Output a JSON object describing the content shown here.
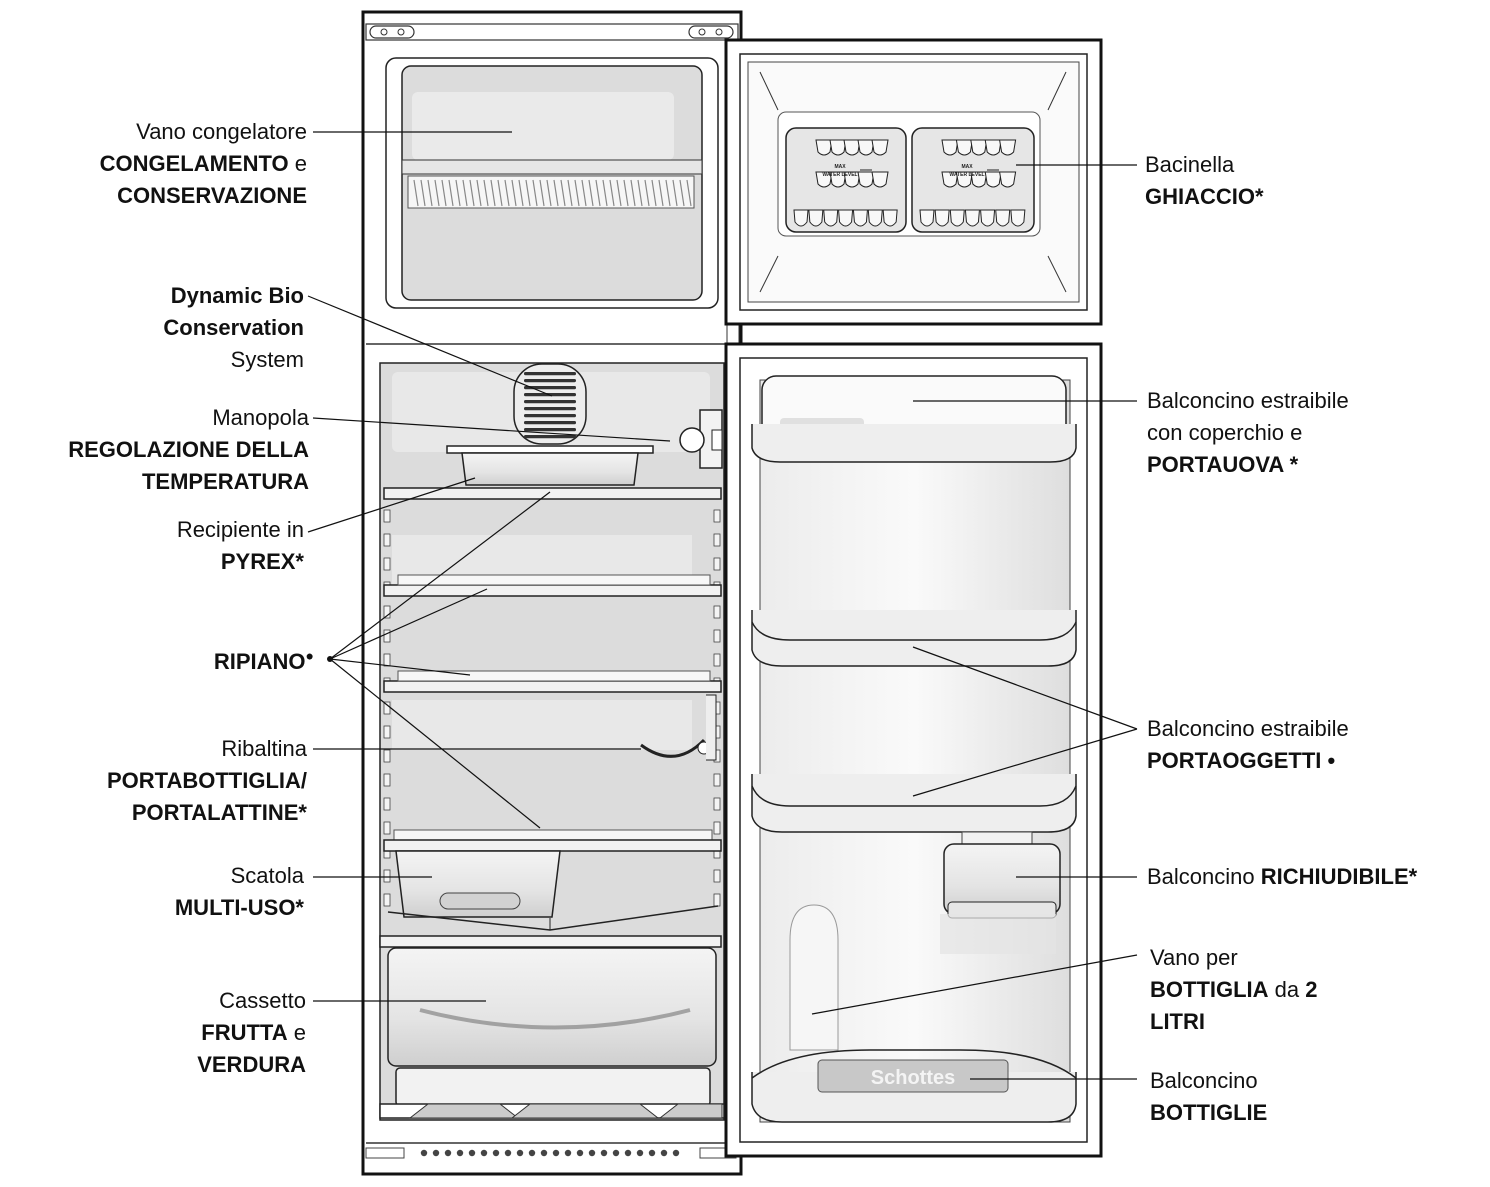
{
  "brand_plate": "Schottes",
  "tray_text": {
    "max": "MAX",
    "water_level": "WATER LEVEL"
  },
  "labels": {
    "freezer": {
      "line1": "Vano congelatore",
      "bold1": "CONGELAMENTO",
      "conj": "e",
      "bold2": "CONSERVAZIONE"
    },
    "bio": {
      "line1": "Dynamic Bio",
      "line2": "Conservation",
      "line3": "System"
    },
    "knob": {
      "line1": "Manopola",
      "line2": "REGOLAZIONE DELLA",
      "line3": "TEMPERATURA"
    },
    "pyrex": {
      "line1": "Recipiente in",
      "bold": "PYREX*"
    },
    "shelf": {
      "bold": "RIPIANO",
      "mark": "●"
    },
    "rack": {
      "line1": "Ribaltina",
      "line2": "PORTABOTTIGLIA/",
      "line3": "PORTALATTINE*"
    },
    "box": {
      "line1": "Scatola",
      "bold": "MULTI-USO*"
    },
    "drawer": {
      "line1": "Cassetto",
      "bold1": "FRUTTA",
      "conj": "e",
      "bold2": "VERDURA"
    },
    "ice": {
      "line1": "Bacinella",
      "bold": "GHIACCIO*"
    },
    "egg": {
      "line1": "Balconcino estraibile",
      "line2": "con coperchio e",
      "bold": "PORTAUOVA *"
    },
    "door_shelf": {
      "line1": "Balconcino estraibile",
      "bold": "PORTAOGGETTI •"
    },
    "closable": {
      "text": "Balconcino",
      "bold": "RICHIUDIBILE*"
    },
    "bottle2l": {
      "line1": "Vano per",
      "bold1": "BOTTIGLIA",
      "mid": "da",
      "bold2": "2",
      "bold3": "LITRI"
    },
    "bottles": {
      "line1": "Balconcino",
      "bold": "BOTTIGLIE"
    }
  }
}
